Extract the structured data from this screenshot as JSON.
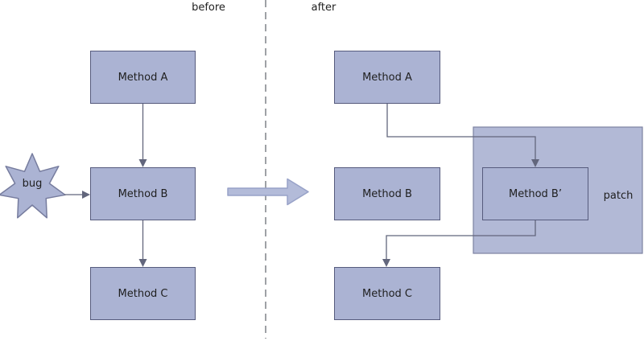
{
  "panels": {
    "before": {
      "title": "before",
      "nodes": {
        "a": "Method A",
        "b": "Method B",
        "c": "Method C"
      },
      "bug_label": "bug"
    },
    "after": {
      "title": "after",
      "nodes": {
        "a": "Method A",
        "b": "Method B",
        "b_prime": "Method B’",
        "c": "Method C"
      },
      "patch_label": "patch"
    }
  },
  "colors": {
    "node_fill": "#abb3d3",
    "node_border": "#565b7d",
    "patch_fill": "#b2b9d6",
    "patch_border": "#7c82a1",
    "connector": "#62667c",
    "divider": "#76797f",
    "transition_arrow_fill": "#b3bbd9",
    "transition_arrow_border": "#98a2c8",
    "text": "#1f1f1f"
  }
}
